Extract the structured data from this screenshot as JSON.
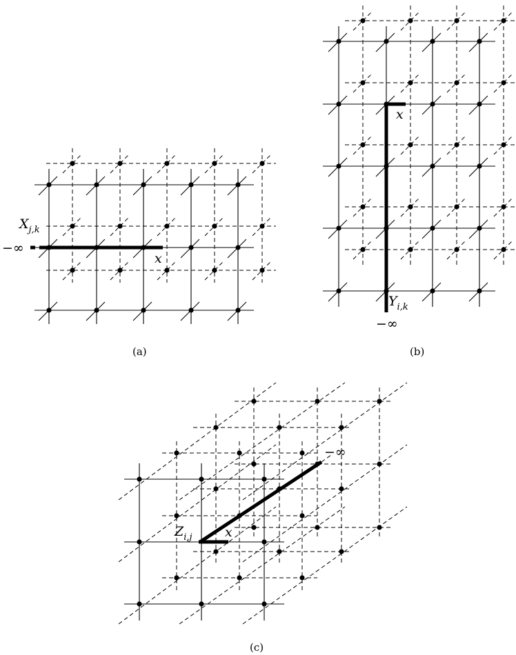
{
  "panels": {
    "a": {
      "caption": "(a)",
      "path_start_label": "X",
      "path_start_subscript": "j,k",
      "path_end_label": "x",
      "infinity_label": "−∞"
    },
    "b": {
      "caption": "(b)",
      "path_start_label": "Y",
      "path_start_subscript": "i,k",
      "path_end_label": "x",
      "infinity_label": "−∞"
    },
    "c": {
      "caption": "(c)",
      "path_start_label": "Z",
      "path_start_subscript": "i,j",
      "path_end_label": "x",
      "infinity_label": "−∞"
    }
  }
}
